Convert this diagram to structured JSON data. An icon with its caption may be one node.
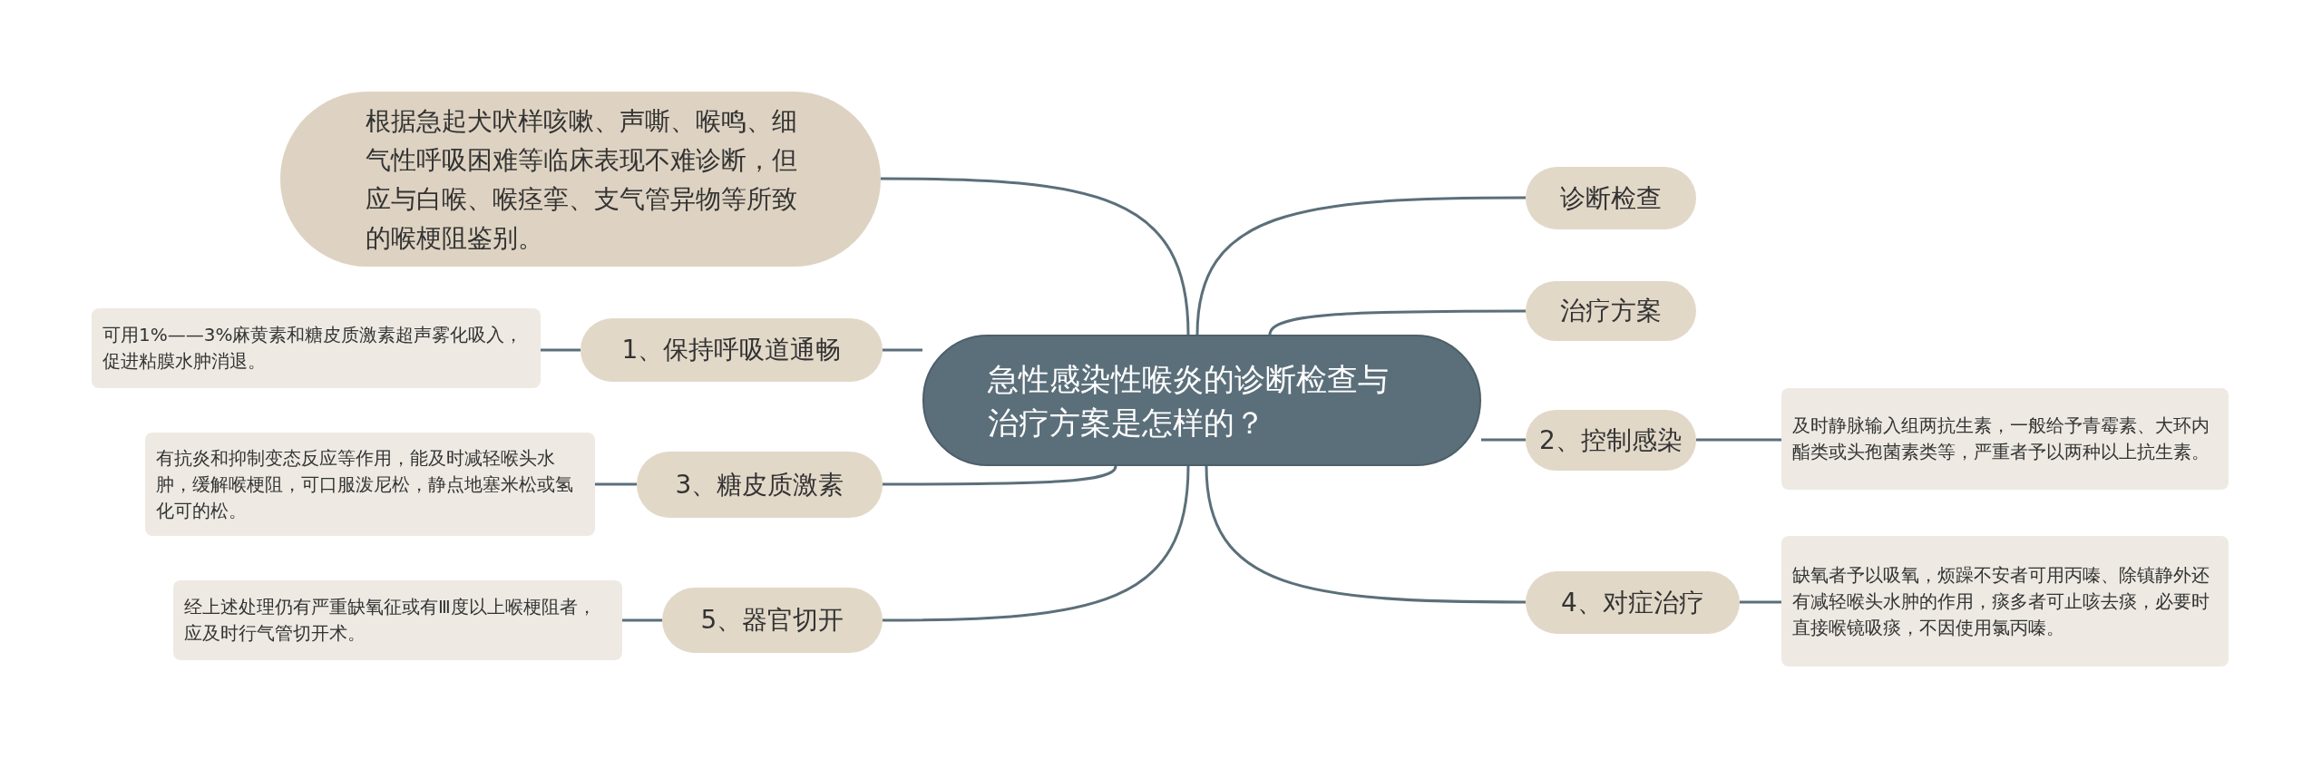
{
  "diagram": {
    "nodes": [
      {
        "text": [
          "急性感染性喉炎的诊断检查与治疗方案是怎样的？"
        ]
      },
      {
        "text": [
          "诊断检查"
        ]
      },
      {
        "text": [
          "治疗方案"
        ]
      },
      {
        "text": [
          "2、控制感染"
        ]
      },
      {
        "text": [
          "及时静脉输入组两抗生素，一般给予青霉素、大环内酯类或头孢菌素类等，严重者予以两种以上抗生素。"
        ]
      },
      {
        "text": [
          "4、对症治疗"
        ]
      },
      {
        "text": [
          "缺氧者予以吸氧，烦躁不安者可用丙嗪、除镇静外还有减轻喉头水肿的作用，痰多者可止咳去痰，必要时直接喉镜吸痰，不因使用氯丙嗪。"
        ]
      },
      {
        "text": [
          "根据急起犬吠样咳嗽、声嘶、喉鸣、细气性呼吸困难等临床表现不难诊断，但应与白喉、喉痉挛、支气管异物等所致的喉梗阻鉴别。"
        ]
      },
      {
        "text": [
          "1、保持呼吸道通畅"
        ]
      },
      {
        "text": [
          "可用1%——3%麻黄素和糖皮质激素超声雾化吸入，促进粘膜水肿消退。"
        ]
      },
      {
        "text": [
          "3、糖皮质激素"
        ]
      },
      {
        "text": [
          "有抗炎和抑制变态反应等作用，能及时减轻喉头水肿，缓解喉梗阻，可口服泼尼松，静点地塞米松或氢化可的松。"
        ]
      },
      {
        "text": [
          "5、器官切开"
        ]
      },
      {
        "text": [
          "经上述处理仍有严重缺氧征或有Ⅲ度以上喉梗阻者，应及时行气管切开术。"
        ]
      }
    ],
    "edges": [
      {
        "from": 0,
        "to": 1,
        "arrow": "none"
      },
      {
        "from": 0,
        "to": 2,
        "arrow": "none"
      },
      {
        "from": 0,
        "to": 3,
        "arrow": "none"
      },
      {
        "from": 3,
        "to": 4,
        "arrow": "none"
      },
      {
        "from": 0,
        "to": 5,
        "arrow": "none"
      },
      {
        "from": 5,
        "to": 6,
        "arrow": "none"
      },
      {
        "from": 0,
        "to": 7,
        "arrow": "none"
      },
      {
        "from": 0,
        "to": 8,
        "arrow": "none"
      },
      {
        "from": 8,
        "to": 9,
        "arrow": "none"
      },
      {
        "from": 0,
        "to": 10,
        "arrow": "none"
      },
      {
        "from": 10,
        "to": 11,
        "arrow": "none"
      },
      {
        "from": 0,
        "to": 12,
        "arrow": "none"
      },
      {
        "from": 12,
        "to": 13,
        "arrow": "none"
      }
    ]
  }
}
